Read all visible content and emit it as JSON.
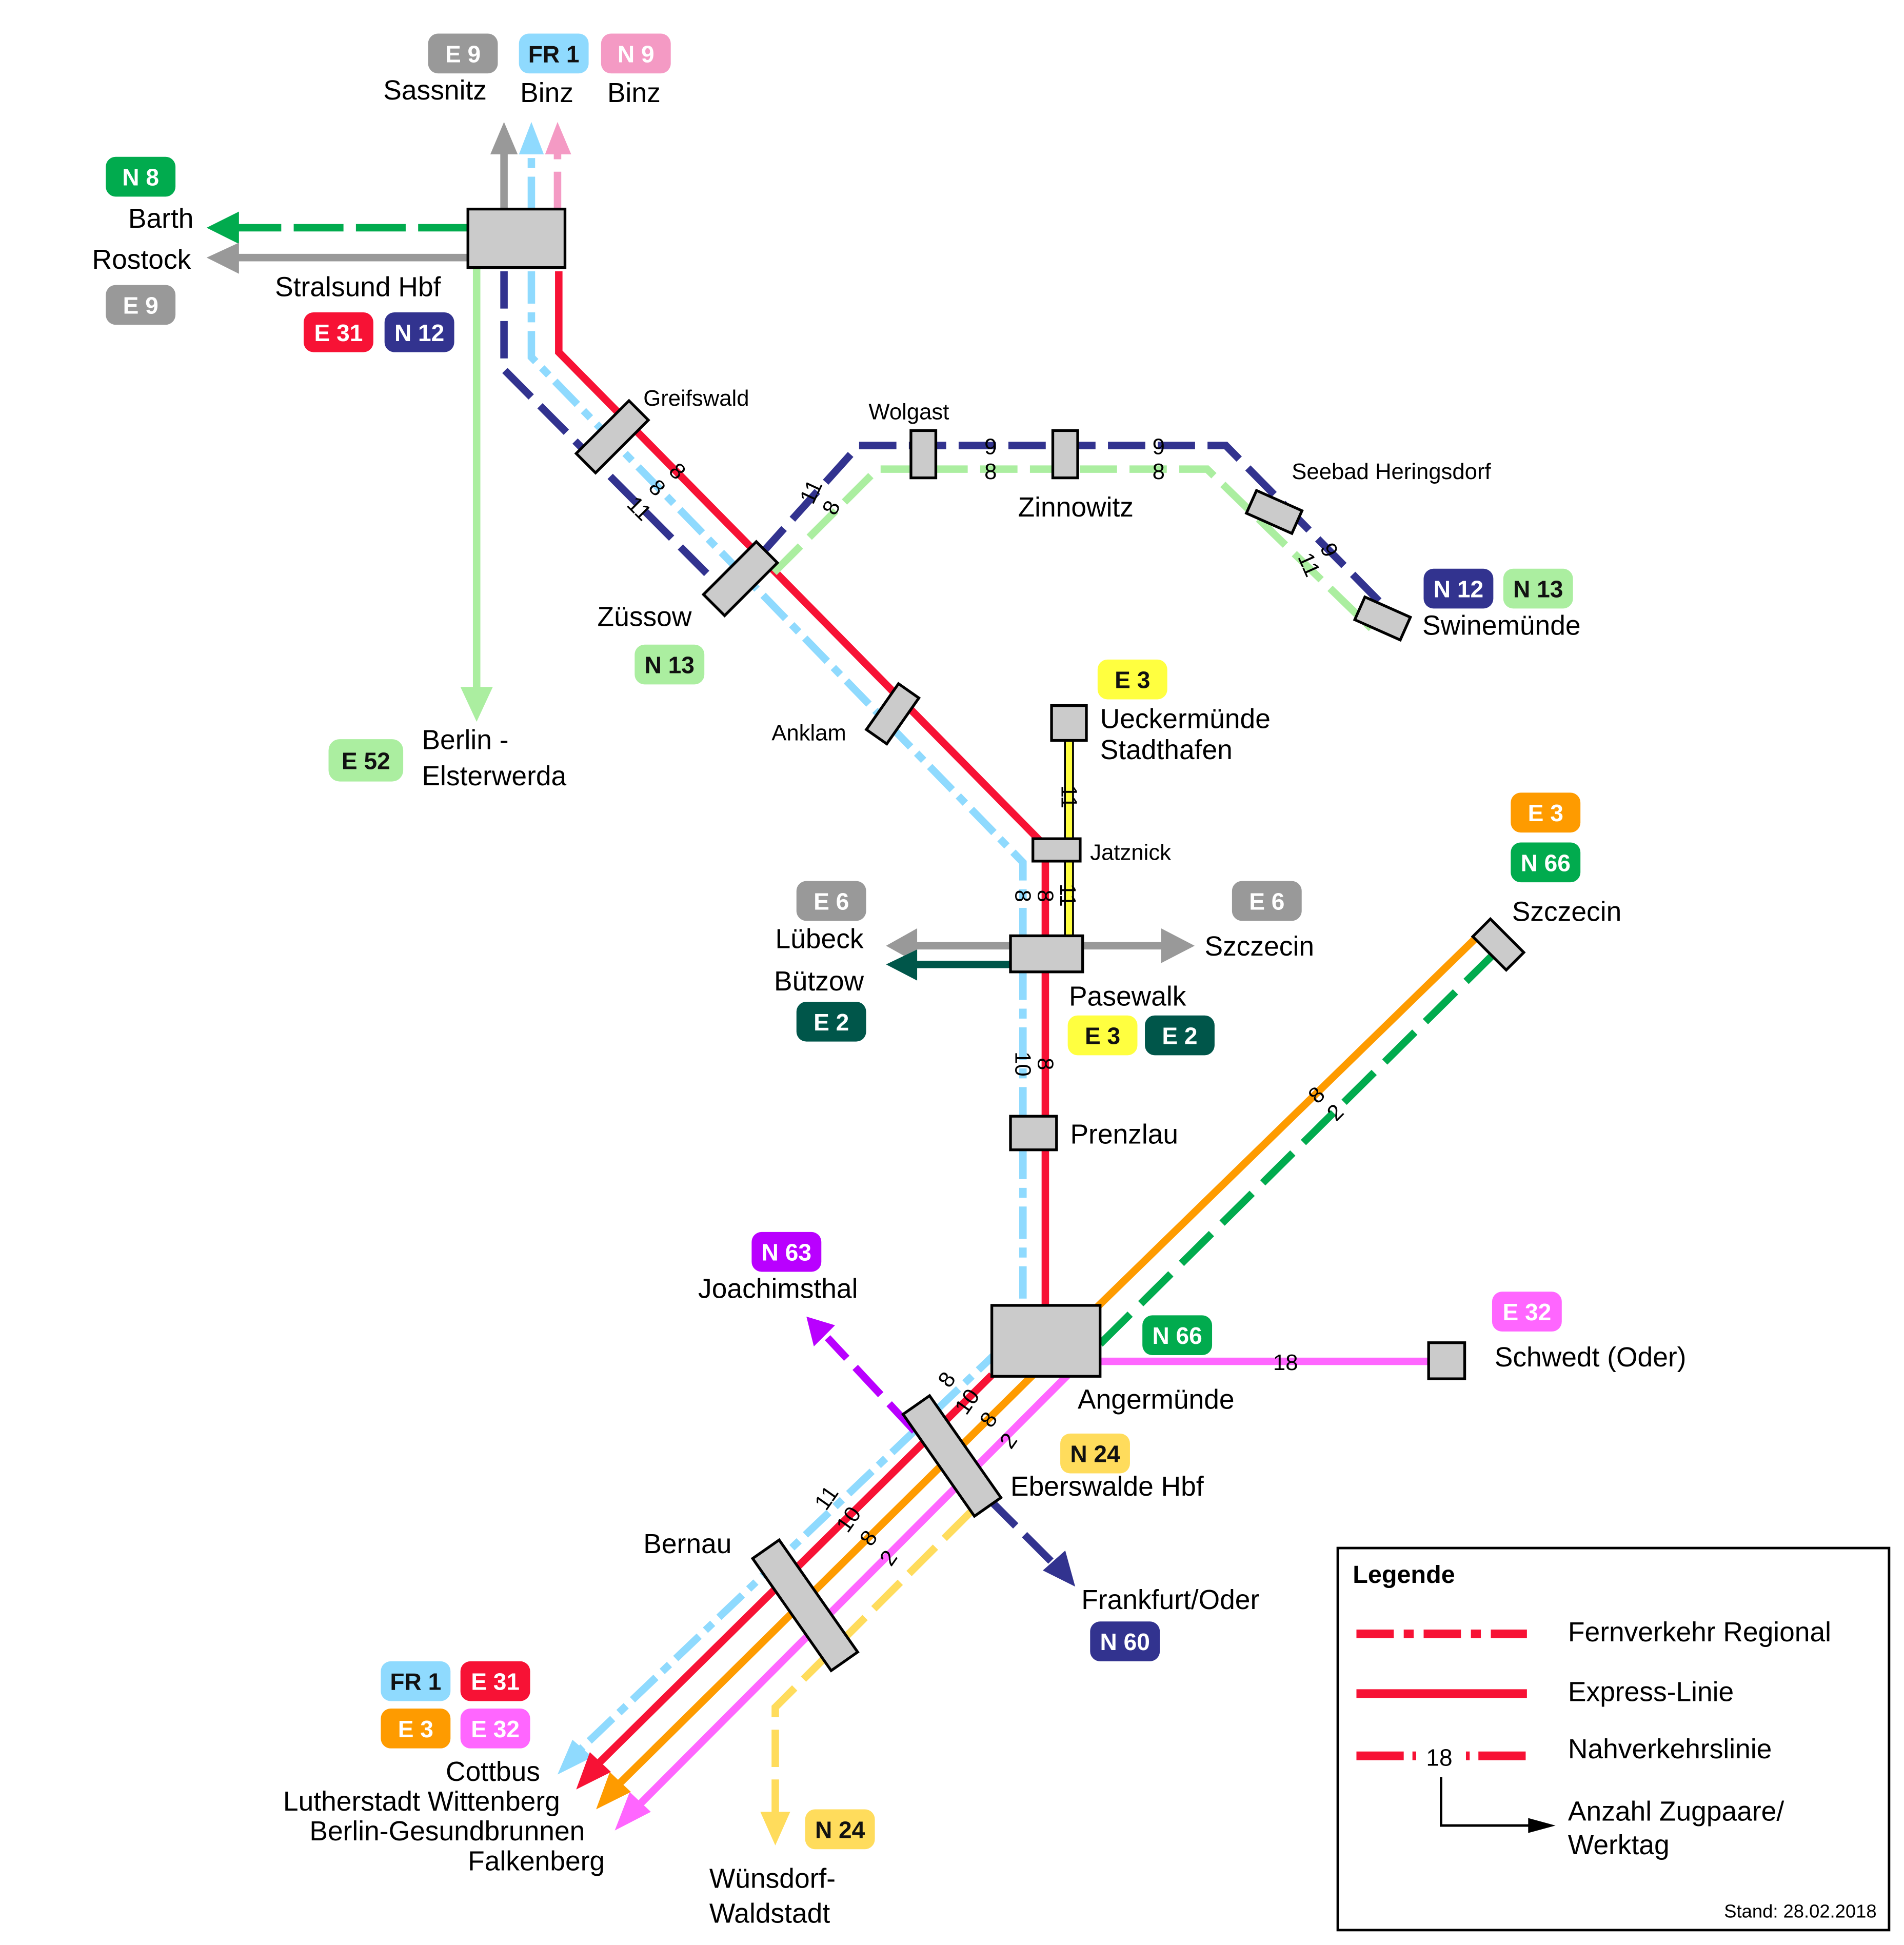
{
  "title": "Liniennetz Nordost-Brandenburg / Vorpommern",
  "colors": {
    "FR1": "#8fdafe",
    "E31": "#f71235",
    "N12": "#32338f",
    "E9": "#999999",
    "N9": "#f49ac4",
    "N8": "#01ab4e",
    "N13": "#abeea0",
    "E52": "#abeea0",
    "E3_yellow": "#ffff40",
    "E3_orange": "#fe9b00",
    "E2": "#00564a",
    "E6": "#999999",
    "N66": "#01ab4e",
    "E32": "#ff66ff",
    "N63": "#b900ff",
    "N24": "#ffdc5c",
    "N60": "#32338f",
    "station_fill": "#cbcbcb"
  },
  "stations": {
    "stralsund": "Stralsund Hbf",
    "greifswald": "Greifswald",
    "wolgast": "Wolgast",
    "zinnowitz": "Zinnowitz",
    "heringsdorf": "Seebad Heringsdorf",
    "swinemuende": "Swinemünde",
    "zuessow": "Züssow",
    "anklam": "Anklam",
    "ueckermuende_1": "Ueckermünde",
    "ueckermuende_2": "Stadthafen",
    "jatznick": "Jatznick",
    "pasewalk": "Pasewalk",
    "prenzlau": "Prenzlau",
    "szczecin": "Szczecin",
    "angermuende": "Angermünde",
    "schwedt": "Schwedt (Oder)",
    "eberswalde": "Eberswalde Hbf",
    "bernau": "Bernau"
  },
  "destinations": {
    "sassnitz": "Sassnitz",
    "binz_fr": "Binz",
    "binz_n": "Binz",
    "barth": "Barth",
    "rostock": "Rostock",
    "berlin_1": "Berlin -",
    "berlin_2": "Elsterwerda",
    "luebeck": "Lübeck",
    "buetzow": "Bützow",
    "szczecin_e6": "Szczecin",
    "joachimsthal": "Joachimsthal",
    "frankfurt": "Frankfurt/Oder",
    "cottbus": "Cottbus",
    "wittenberg": "Lutherstadt Wittenberg",
    "gesundbrunnen": "Berlin-Gesundbrunnen",
    "falkenberg": "Falkenberg",
    "wuensdorf_1": "Wünsdorf-",
    "wuensdorf_2": "Waldstadt"
  },
  "badges": {
    "sassnitz_e9": "E 9",
    "binz_fr1": "FR 1",
    "binz_n9": "N 9",
    "barth_n8": "N 8",
    "rostock_e9": "E 9",
    "stralsund_e31": "E 31",
    "stralsund_n12": "N 12",
    "zuessow_n13": "N 13",
    "berlin_e52": "E 52",
    "swine_n12": "N 12",
    "swine_n13": "N 13",
    "ueckermuende_e3": "E 3",
    "luebeck_e6": "E 6",
    "buetzow_e2": "E 2",
    "szczecin_e6": "E 6",
    "pasewalk_e3": "E 3",
    "pasewalk_e2": "E 2",
    "szczecin_e3": "E 3",
    "szczecin_n66": "N 66",
    "joachimsthal_n63": "N 63",
    "angermuende_n66": "N 66",
    "schwedt_e32": "E 32",
    "eberswalde_n24": "N 24",
    "frankfurt_n60": "N 60",
    "south_fr1": "FR 1",
    "south_e31": "E 31",
    "south_e3": "E 3",
    "south_e32": "E 32",
    "wuensdorf_n24": "N 24"
  },
  "frequencies": {
    "greif_n12": "11",
    "greif_fr1": "8",
    "greif_e31": "8",
    "zuessow_n12": "11",
    "zuessow_n13": "8",
    "wolgast_n12": "9",
    "wolgast_n13": "8",
    "zinnowitz_n12": "9",
    "zinnowitz_n13": "8",
    "hering_n12": "9",
    "hering_n13": "11",
    "ueckermuende_e3": "11",
    "pasewalk_fr1": "8",
    "pasewalk_e31": "8",
    "pasewalk_e3": "11",
    "prenzlau_fr1": "10",
    "prenzlau_e31": "8",
    "szczecin_e3": "8",
    "szczecin_n66": "2",
    "schwedt_e32": "18",
    "eber_fr1": "8",
    "eber_e31": "10",
    "eber_e3": "8",
    "eber_e32": "2",
    "bernau_fr1": "11",
    "bernau_e31": "10",
    "bernau_e3": "8",
    "bernau_e32": "2"
  },
  "legend": {
    "title": "Legende",
    "fernverkehr": "Fernverkehr Regional",
    "express": "Express-Linie",
    "nahverkehr": "Nahverkehrslinie",
    "sample_count": "18",
    "count_label_1": "Anzahl Zugpaare/",
    "count_label_2": "Werktag",
    "stand": "Stand:  28.02.2018"
  }
}
